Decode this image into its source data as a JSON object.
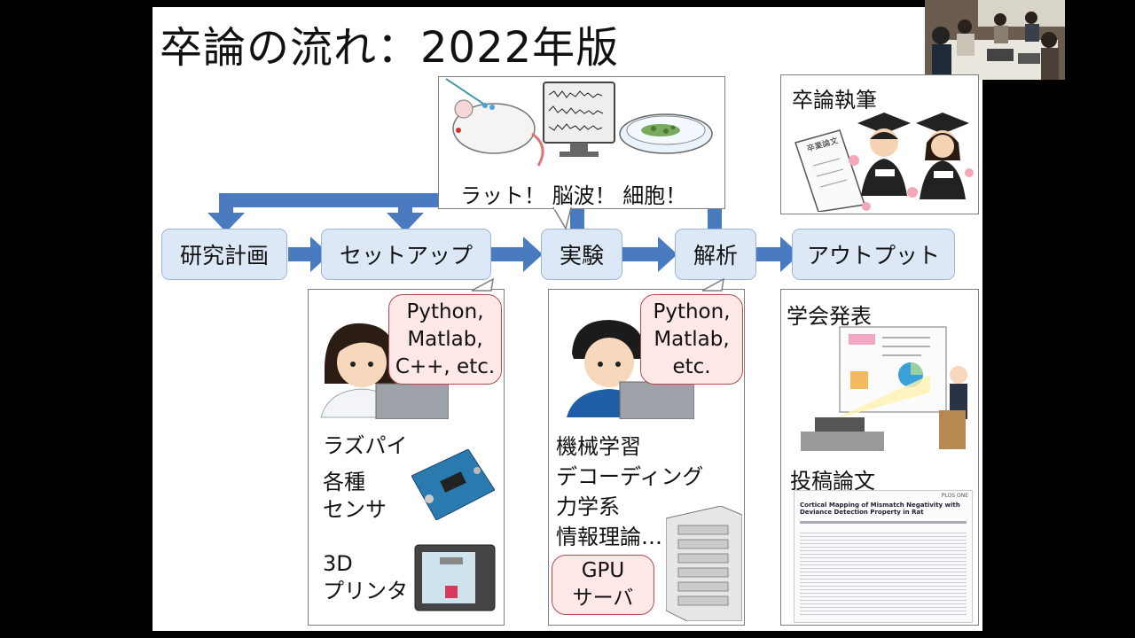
{
  "slide": {
    "title": "卒論の流れ：2022年版",
    "flow": [
      "研究計画",
      "セットアップ",
      "実験",
      "解析",
      "アウトプット"
    ],
    "experiment_caption": "ラット！ 脳波！ 細胞！",
    "thesis_label": "卒論執筆",
    "thesis_paper_label": "卒業論文",
    "setup": {
      "bubble": [
        "Python,",
        "Matlab,",
        "C++, etc."
      ],
      "item1": "ラズパイ",
      "item2": [
        "各種",
        "センサ"
      ],
      "item3": [
        "3D",
        "プリンタ"
      ]
    },
    "analysis": {
      "bubble": [
        "Python,",
        "Matlab,",
        "etc."
      ],
      "topics": [
        "機械学習",
        "デコーディング",
        "力学系",
        "情報理論…"
      ],
      "gpu_bubble": [
        "GPU",
        "サーバ"
      ]
    },
    "output": {
      "presentation_label": "学会発表",
      "paper_label": "投稿論文",
      "paper_title": "Cortical Mapping of Mismatch Negativity with Deviance Detection Property in Rat",
      "journal": "PLOS ONE"
    }
  },
  "colors": {
    "arrow": "#4a7bc0",
    "flow_bg": "#dde8f6",
    "bubble_bg": "#fde7e7",
    "bubble_border": "#b44b4b"
  }
}
